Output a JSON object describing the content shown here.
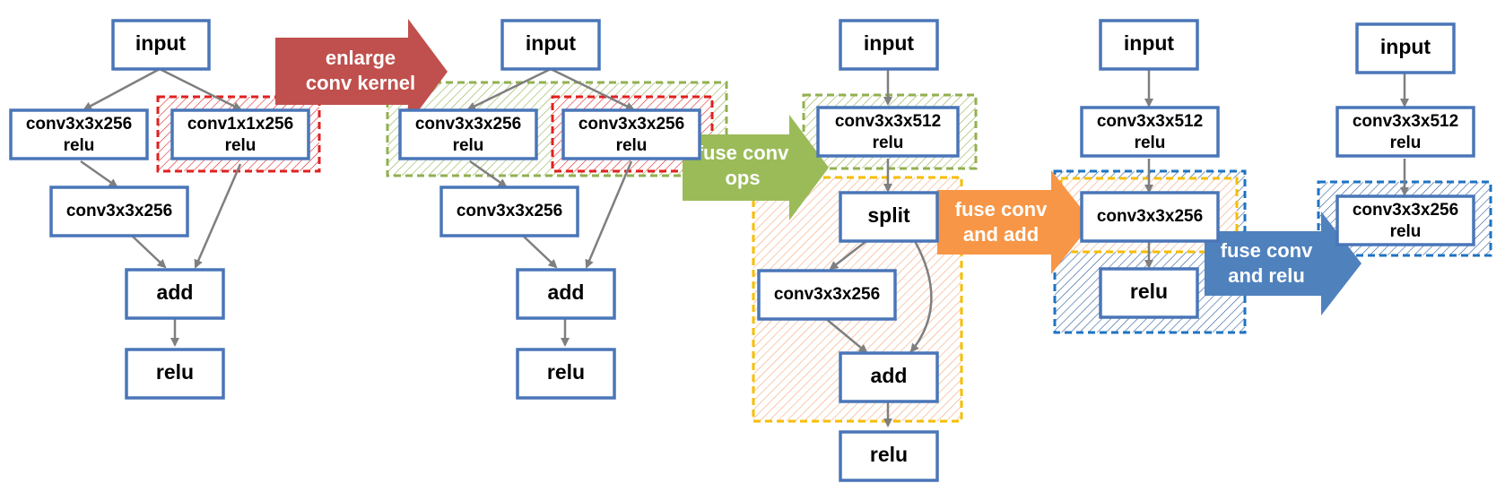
{
  "colors": {
    "node_border": "#4a76b8",
    "edge": "#7f7f7f",
    "red": "#e02020",
    "green": "#92b050",
    "yellow": "#f5be00",
    "blue": "#1f73c2",
    "arrow_red": "#c0504d",
    "arrow_green": "#9bbb59",
    "arrow_orange": "#f79646",
    "arrow_blue": "#4f81bd"
  },
  "transforms": {
    "t1": [
      "enlarge",
      "conv kernel"
    ],
    "t2": [
      "fuse conv",
      "ops"
    ],
    "t3": [
      "fuse conv",
      "and add"
    ],
    "t4": [
      "fuse conv",
      "and relu"
    ]
  },
  "graphs": {
    "g1": {
      "input": "input",
      "conv_a": [
        "conv3x3x256",
        "relu"
      ],
      "conv_b": [
        "conv1x1x256",
        "relu"
      ],
      "conv_c": "conv3x3x256",
      "add": "add",
      "relu": "relu"
    },
    "g2": {
      "input": "input",
      "conv_a": [
        "conv3x3x256",
        "relu"
      ],
      "conv_b": [
        "conv3x3x256",
        "relu"
      ],
      "conv_c": "conv3x3x256",
      "add": "add",
      "relu": "relu"
    },
    "g3": {
      "input": "input",
      "conv_a": [
        "conv3x3x512",
        "relu"
      ],
      "split": "split",
      "conv_c": "conv3x3x256",
      "add": "add",
      "relu": "relu"
    },
    "g4": {
      "input": "input",
      "conv_a": [
        "conv3x3x512",
        "relu"
      ],
      "conv_add": "conv3x3x256",
      "relu": "relu"
    },
    "g5": {
      "input": "input",
      "conv_a": [
        "conv3x3x512",
        "relu"
      ],
      "conv_relu": [
        "conv3x3x256",
        "relu"
      ]
    }
  }
}
